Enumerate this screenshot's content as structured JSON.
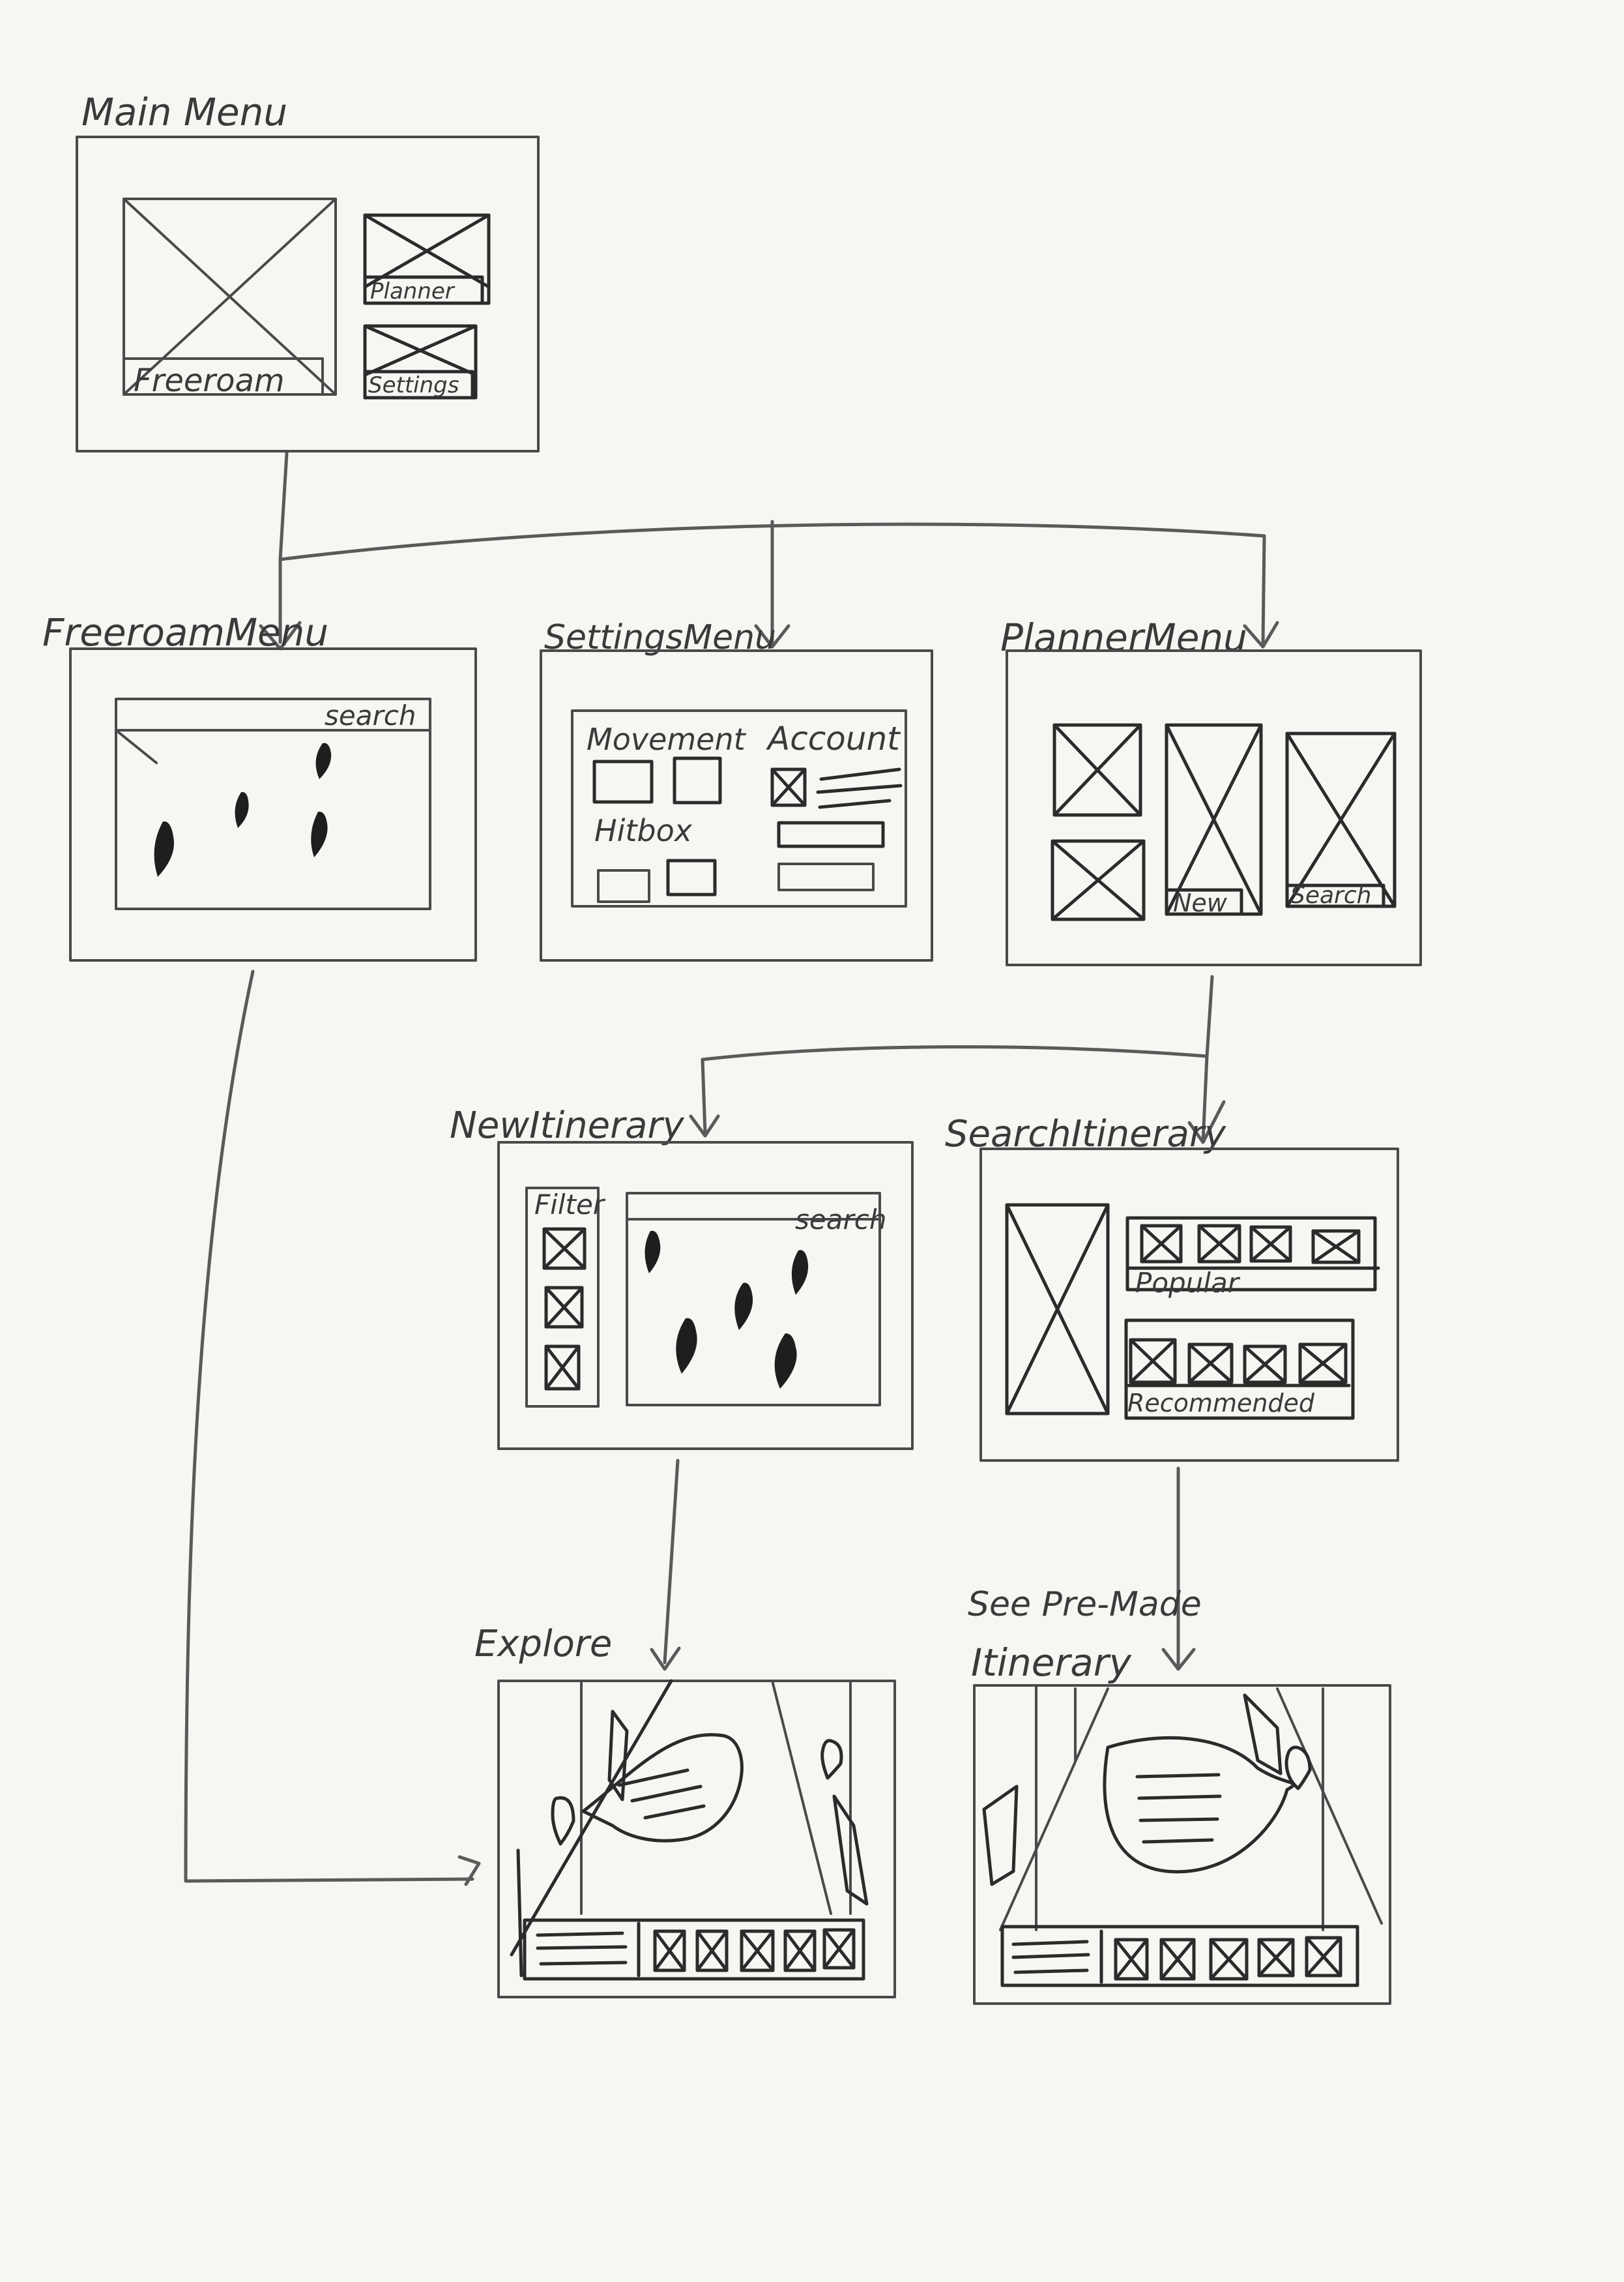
{
  "colors": {
    "paper": "#f6f6f3",
    "ink": "#4a4a4a",
    "ink_dark": "#2b2b2b",
    "pin": "#1e1e1e"
  },
  "screens": {
    "main_menu": {
      "title": "Main Menu",
      "freeroam_label": "Freeroam",
      "planner_label": "Planner",
      "settings_label": "Settings"
    },
    "freeroam_menu": {
      "title": "FreeroamMenu",
      "search_label": "search"
    },
    "settings_menu": {
      "title": "SettingsMenu",
      "movement_label": "Movement",
      "account_label": "Account",
      "hitbox_label": "Hitbox"
    },
    "planner_menu": {
      "title": "PlannerMenu",
      "new_label": "New",
      "search_label": "Search"
    },
    "new_itinerary": {
      "title": "NewItinerary",
      "filter_label": "Filter",
      "search_label": "search"
    },
    "search_itinerary": {
      "title": "SearchItinerary",
      "popular_label": "Popular",
      "recommended_label": "Recommended"
    },
    "explore": {
      "title": "Explore"
    },
    "premade": {
      "title_line1": "See Pre-Made",
      "title_line2": "Itinerary"
    }
  },
  "icons": [
    "map-pin-icon",
    "image-placeholder-icon",
    "arrow-down-icon",
    "speech-bubble-icon"
  ]
}
